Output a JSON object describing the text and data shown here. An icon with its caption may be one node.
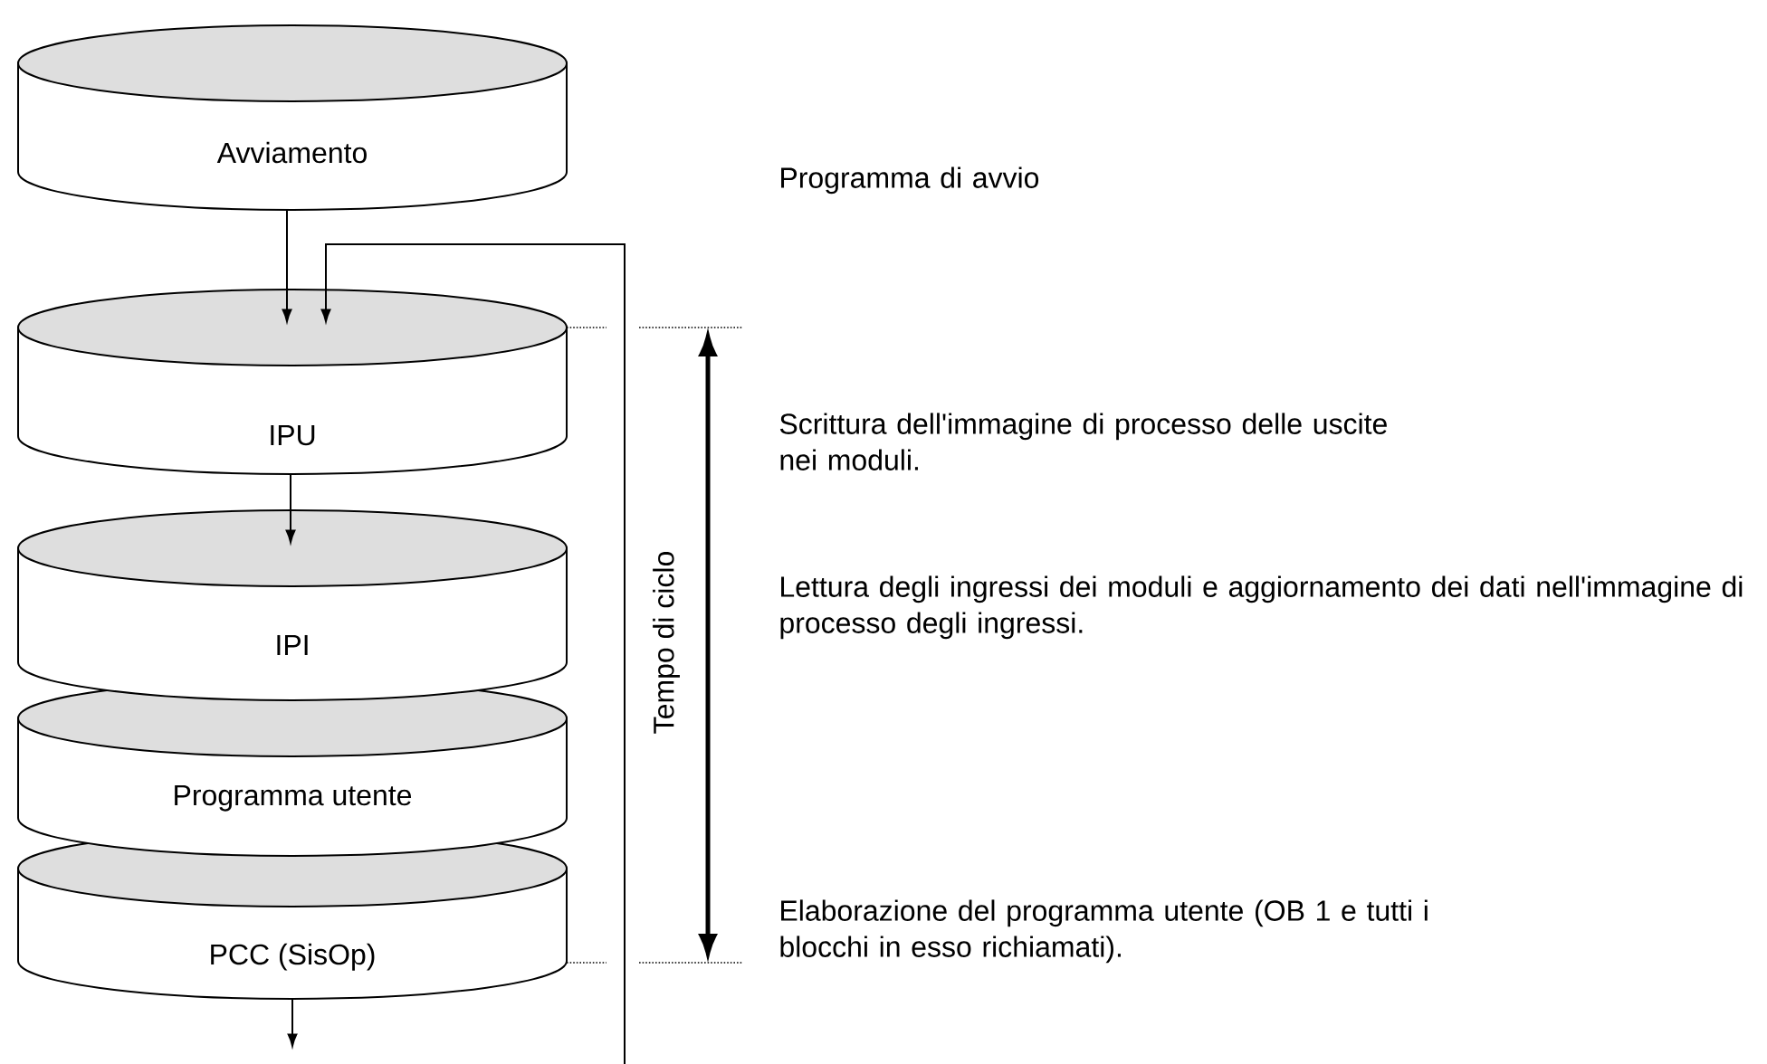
{
  "diagram": {
    "nodes": [
      {
        "text": [
          "Avviamento"
        ]
      },
      {
        "text": [
          "IPU"
        ]
      },
      {
        "text": [
          "IPI"
        ]
      },
      {
        "text": [
          "Programma utente"
        ]
      },
      {
        "text": [
          "PCC (SisOp)"
        ]
      }
    ],
    "edges": [
      {
        "from": 0,
        "to": 1,
        "arrow": "to"
      },
      {
        "from": null,
        "to": 1,
        "arrow": "to"
      },
      {
        "from": 1,
        "to": 2,
        "arrow": "to"
      },
      {
        "from": 4,
        "to": null,
        "arrow": "to"
      }
    ],
    "labels": [
      "Tempo di ciclo",
      "Programma di avvio",
      "Scrittura dell'immagine di processo delle uscite nei moduli.",
      "Lettura degli ingressi dei moduli e aggiornamento dei dati nell'immagine di processo degli ingressi.",
      "Elaborazione del programma utente (OB 1 e tutti i blocchi in esso richiamati)."
    ]
  }
}
